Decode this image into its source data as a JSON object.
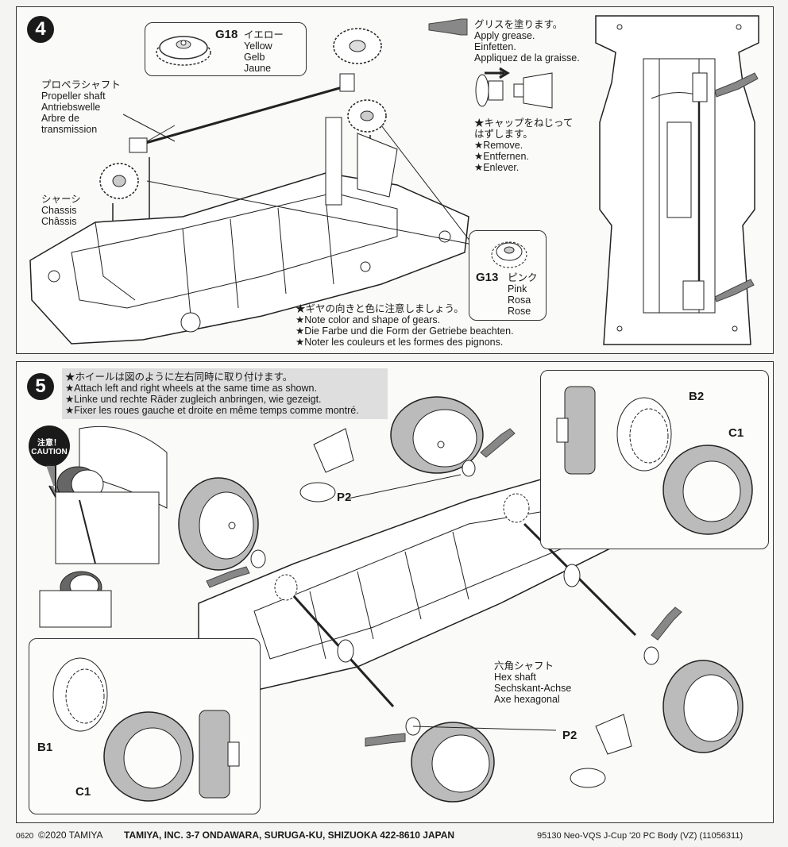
{
  "step4": {
    "number": "4",
    "g18_code": "G18",
    "g18_names": [
      "イエロー",
      "Yellow",
      "Gelb",
      "Jaune"
    ],
    "propeller_label": [
      "プロペラシャフト",
      "Propeller shaft",
      "Antriebswelle",
      "Arbre de",
      "transmission"
    ],
    "chassis_label": [
      "シャーシ",
      "Chassis",
      "Châssis"
    ],
    "grease_note": [
      "グリスを塗ります。",
      "Apply grease.",
      "Einfetten.",
      "Appliquez de la graisse."
    ],
    "cap_note": [
      "★キャップをねじって",
      "はずします。",
      "★Remove.",
      "★Entfernen.",
      "★Enlever."
    ],
    "g13_code": "G13",
    "g13_names": [
      "ピンク",
      "Pink",
      "Rosa",
      "Rose"
    ],
    "gear_note": [
      "★ギヤの向きと色に注意しましょう。",
      "★Note color and shape of gears.",
      "★Die Farbe und die Form der Getriebe beachten.",
      "★Noter les couleurs et les formes des pignons."
    ]
  },
  "step5": {
    "number": "5",
    "wheel_note": [
      "★ホイールは図のように左右同時に取り付けます。",
      "★Attach left and right wheels at the same time as shown.",
      "★Linke und rechte Räder zugleich anbringen, wie gezeigt.",
      "★Fixer les roues gauche et droite en même temps comme montré."
    ],
    "caution": [
      "注意！",
      "CAUTION"
    ],
    "b2": "B2",
    "c1_top": "C1",
    "b1": "B1",
    "c1_bottom": "C1",
    "p2_left": "P2",
    "p2_right": "P2",
    "hex_label": [
      "六角シャフト",
      "Hex shaft",
      "Sechskant-Achse",
      "Axe hexagonal"
    ]
  },
  "footer": {
    "code": "0620",
    "copyright": "©2020 TAMIYA",
    "address": "TAMIYA, INC.  3-7 ONDAWARA, SURUGA-KU, SHIZUOKA 422-8610 JAPAN",
    "product": "95130 Neo-VQS J-Cup '20 PC Body (VZ) (11056311)"
  }
}
